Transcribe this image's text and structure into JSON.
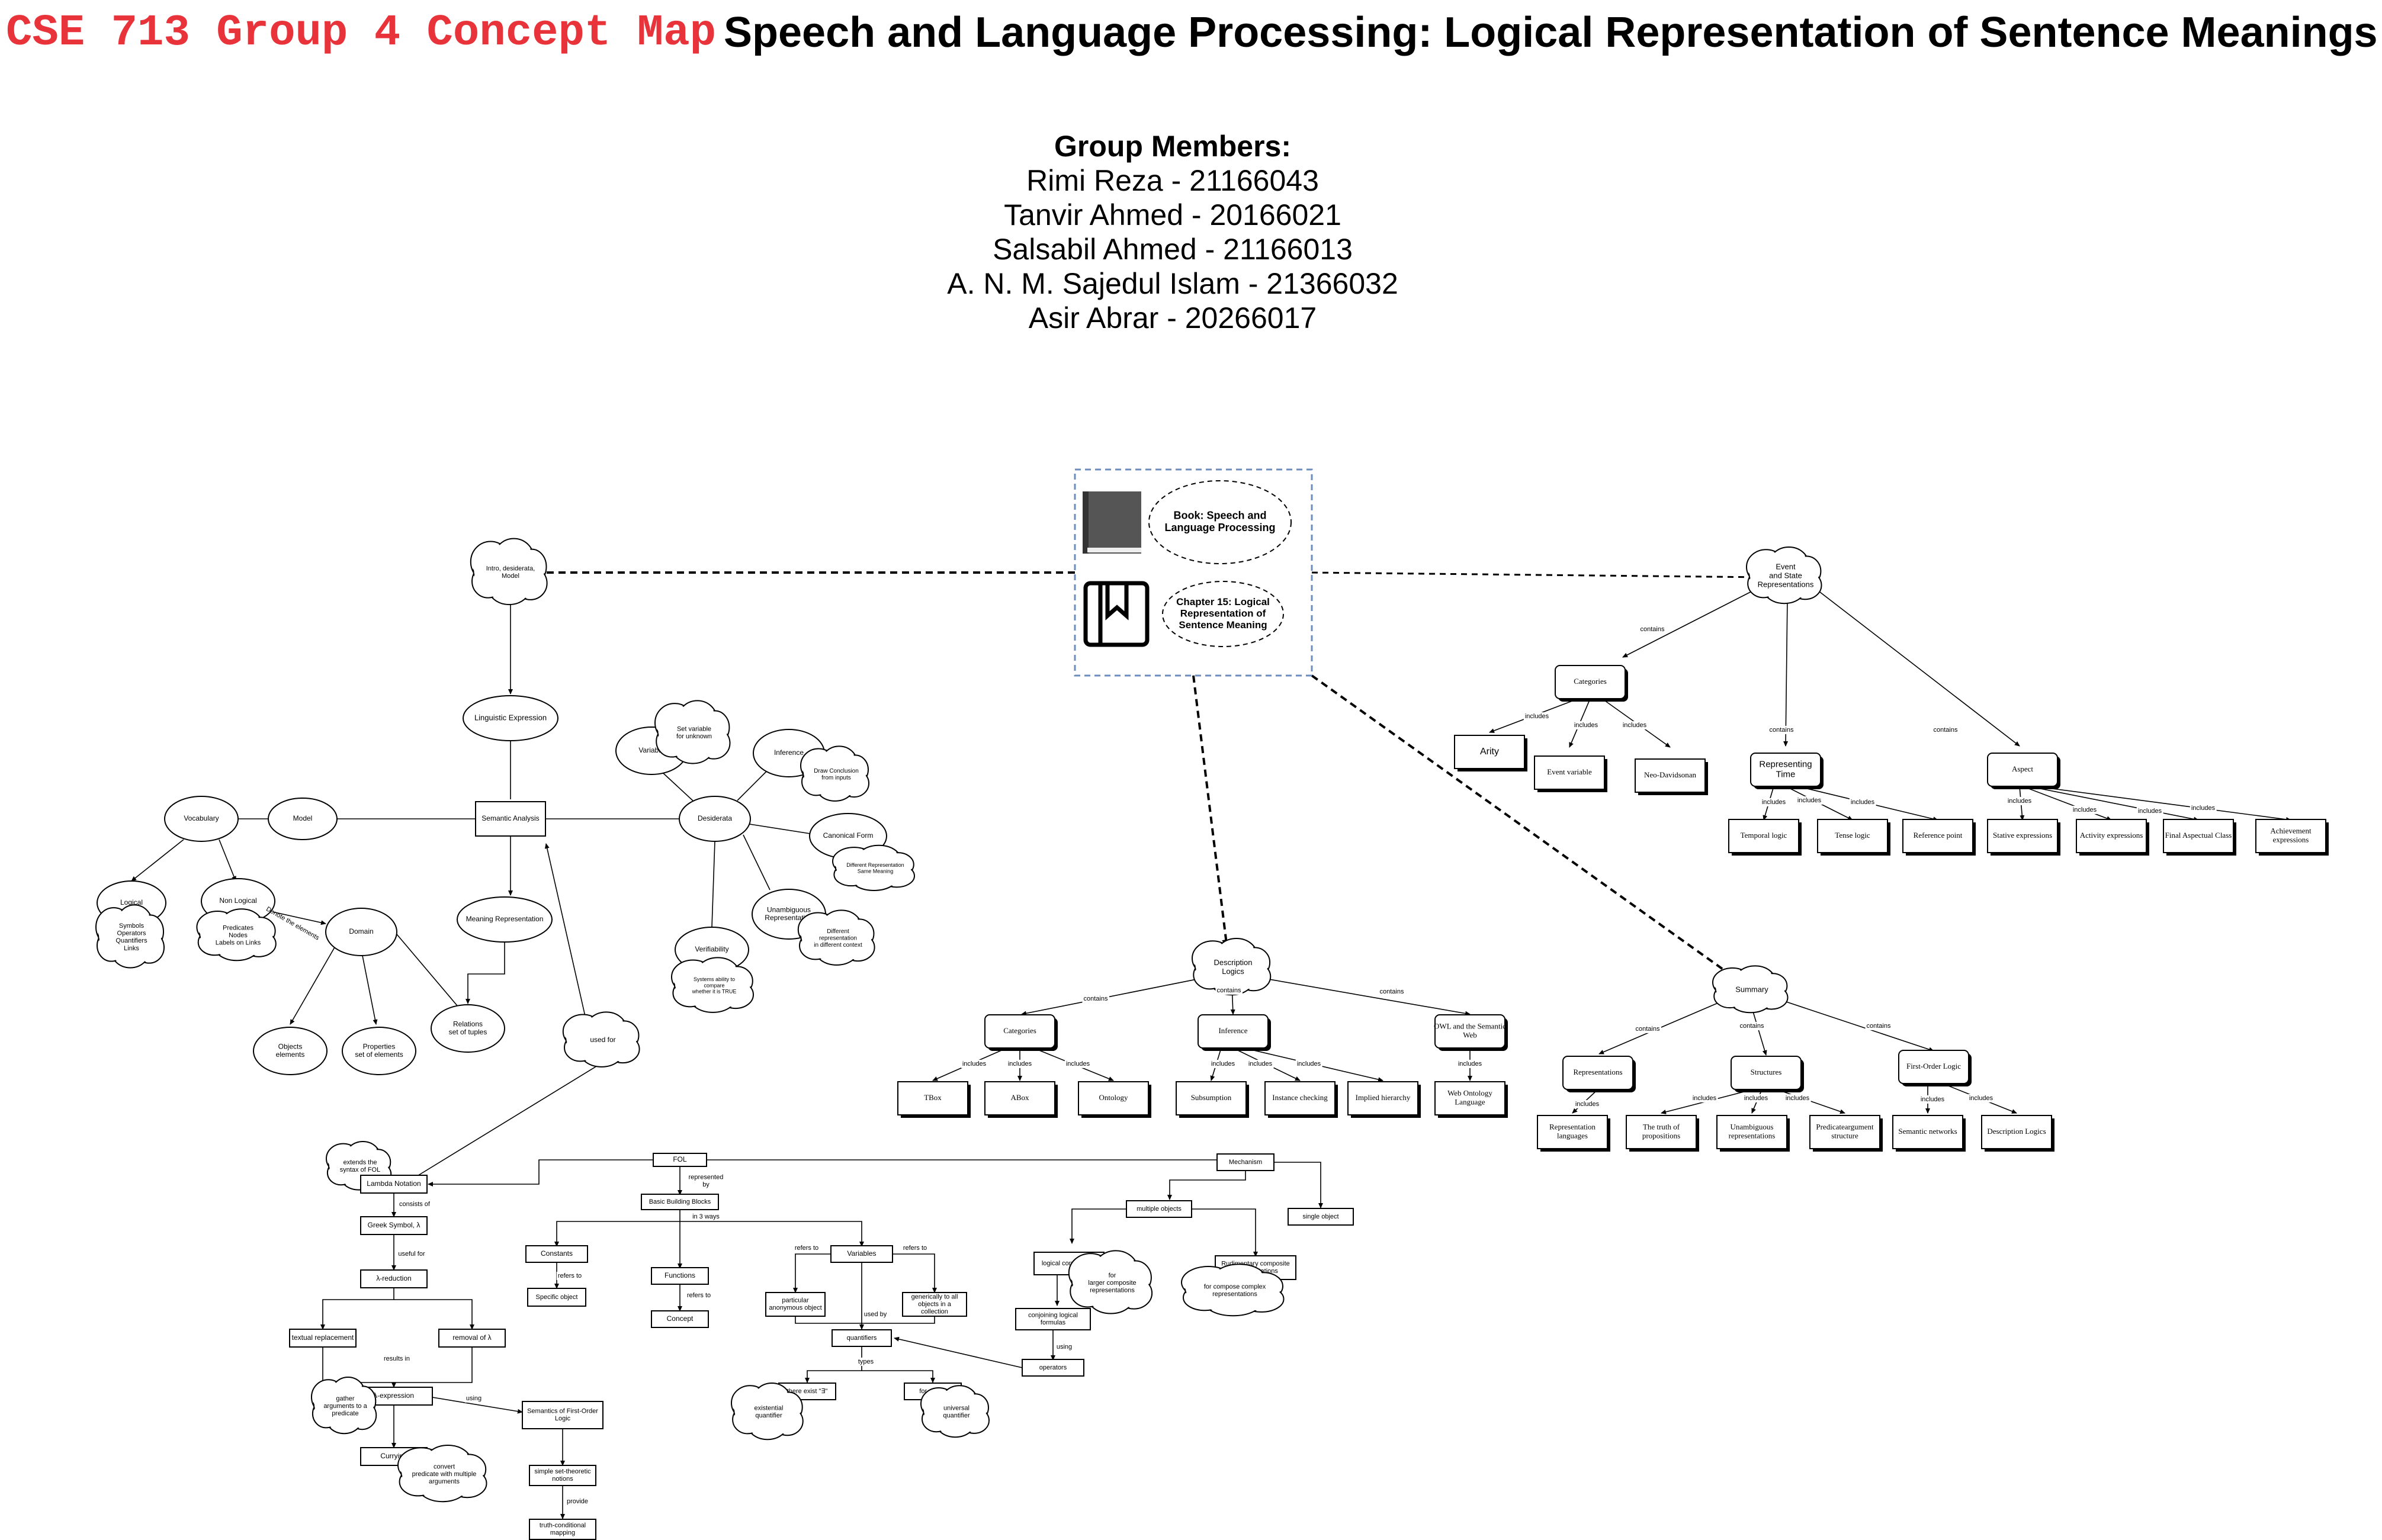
{
  "header": {
    "course": "CSE 713 Group 4 Concept Map",
    "title": "Speech and Language Processing: Logical Representation of Sentence Meanings"
  },
  "members": {
    "heading": "Group Members:",
    "list": [
      "Rimi Reza - 21166043",
      "Tanvir Ahmed - 20166021",
      "Salsabil Ahmed - 21166013",
      "A. N. M. Sajedul Islam - 21366032",
      "Asir Abrar - 20266017"
    ]
  },
  "colors": {
    "title_red": "#e8333a",
    "group_border": "#6c8ebf",
    "icon_gray": "#555555"
  },
  "book": {
    "icon": "book-icon",
    "bookmark_icon": "bookmark-icon",
    "title": [
      "Book: Speech and",
      "Language Processing"
    ],
    "chapter": [
      "Chapter 15: Logical",
      "Representation of",
      "Sentence Meaning"
    ]
  },
  "left": {
    "intro": [
      "Intro, desiderata,",
      "Model"
    ],
    "linguistic": "Linguistic Expression",
    "semantic": "Semantic Analysis",
    "vocabulary": "Vocabulary",
    "model": "Model",
    "logical": "Logical",
    "logical_cloud": [
      "Symbols",
      "Operators",
      "Quantifiers",
      "Links"
    ],
    "nonlogical": "Non Logical",
    "nonlogical_cloud": [
      "Predicates",
      "Nodes",
      "Labels on Links"
    ],
    "denote": "Denote the elements",
    "domain": "Domain",
    "objects": [
      "Objects",
      "elements"
    ],
    "properties": [
      "Properties",
      "set of elements"
    ],
    "relations": [
      "Relations",
      "set of tuples"
    ],
    "meaning_rep": "Meaning Representation",
    "desiderata": "Desiderata",
    "variable": "Variable",
    "variable_cloud": [
      "Set variable",
      "for unknown"
    ],
    "inference": "Inference",
    "inference_cloud": [
      "Draw Conclusion",
      "from inputs"
    ],
    "canonical": "Canonical Form",
    "canonical_cloud": [
      "Different Representation",
      "Same Meaning"
    ],
    "unambiguous": [
      "Unambiguous",
      "Representation"
    ],
    "unambiguous_cloud": [
      "Different",
      "representation",
      "in different context"
    ],
    "verifiability": "Verifiability",
    "verifiability_cloud": [
      "Systems ability to",
      "compare",
      "whether it is TRUE"
    ],
    "used_for": "used for"
  },
  "fol": {
    "extends": [
      "extends the",
      "syntax of FOL"
    ],
    "lambda": "Lambda Notation",
    "consists": "consists of",
    "greek": "Greek Symbol, λ",
    "useful": "useful for",
    "reduction": "λ-reduction",
    "textual": "textual replacement",
    "removal": "removal of λ",
    "results": "results in",
    "lexpr": "λ-expression",
    "gather": [
      "gather",
      "arguments to a",
      "predicate"
    ],
    "using": "using",
    "currying": "Currying",
    "convert": [
      "convert",
      "predicate with multiple",
      "arguments"
    ],
    "semantics_fol": [
      "Semantics of First-Order",
      "Logic"
    ],
    "simple_set": [
      "simple set-theoretic",
      "notions"
    ],
    "provide": "provide",
    "truth_cond": [
      "truth-conditional",
      "mapping"
    ],
    "fol": "FOL",
    "represented_by": [
      "represented",
      "by"
    ],
    "basic_blocks": "Basic Building Blocks",
    "in3ways": "in 3 ways",
    "constants": "Constants",
    "refers_to": "refers to",
    "specific": "Specific object",
    "functions": "Functions",
    "concept": "Concept",
    "variables": "Variables",
    "particular": [
      "particular",
      "anonymous object"
    ],
    "generic": [
      "generically to all",
      "objects in a",
      "collection"
    ],
    "used_by": "used by",
    "quantifiers": "quantifiers",
    "types": "types",
    "exists": "there exist \"∃\"",
    "forall": "for all \"∀\"",
    "existential": [
      "existential",
      "quantifier"
    ],
    "universal": [
      "universal",
      "quantifier"
    ],
    "mechanism": "Mechanism",
    "multiple": "multiple objects",
    "single": "single object",
    "logical_conn": "logical connectives",
    "for_larger": [
      "for",
      "larger composite",
      "representations"
    ],
    "rudimentary": [
      "Rudimentary composite",
      "representations"
    ],
    "for_compose": [
      "for compose complex",
      "representations"
    ],
    "conjoining": [
      "conjoining logical",
      "formulas"
    ],
    "using2": "using",
    "operators": "operators"
  },
  "dl": {
    "root": [
      "Description",
      "Logics"
    ],
    "contains": "contains",
    "includes": "includes",
    "categories": "Categories",
    "inference": "Inference",
    "owl": [
      "OWL and the Semantic",
      "Web"
    ],
    "tbox": "TBox",
    "abox": "ABox",
    "ontology": "Ontology",
    "subsumption": "Subsumption",
    "instance": "Instance checking",
    "implied": "Implied hierarchy",
    "wol": [
      "Web Ontology",
      "Language"
    ]
  },
  "summary": {
    "root": "Summary",
    "representations": "Representations",
    "structures": "Structures",
    "fol": "First-Order Logic",
    "rep_lang": [
      "Representation",
      "languages"
    ],
    "truth": [
      "The truth of",
      "propositions"
    ],
    "unamb": [
      "Unambiguous",
      "representations"
    ],
    "pred_arg": [
      "Predicateargument",
      "structure"
    ],
    "sem_net": "Semantic networks",
    "desc_logics": "Description Logics"
  },
  "event": {
    "root": [
      "Event",
      "and State",
      "Representations"
    ],
    "categories": "Categories",
    "arity": "Arity",
    "event_var": "Event variable",
    "neo": "Neo-Davidsonan",
    "rep_time": [
      "Representing",
      "Time"
    ],
    "temporal": "Temporal logic",
    "tense": "Tense logic",
    "reference": "Reference point",
    "aspect": "Aspect",
    "stative": "Stative expressions",
    "activity": "Activity expressions",
    "final": "Final Aspectual Class",
    "achievement": [
      "Achievement",
      "expressions"
    ]
  }
}
